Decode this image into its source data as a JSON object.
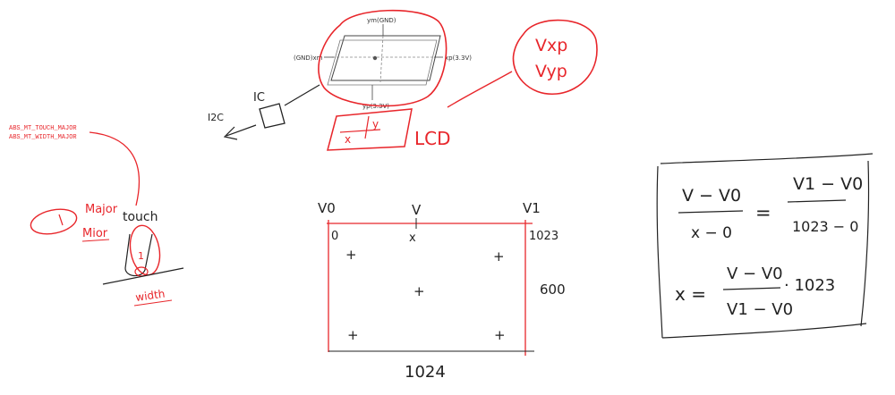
{
  "panel": {
    "label_top": "ym(GND)",
    "label_left": "(GND)xm",
    "label_right": "xp(3.3V)",
    "label_bottom": "yp(3.3V)"
  },
  "ic": {
    "label": "IC",
    "bus": "I2C"
  },
  "voltages": {
    "vxp": "Vxp",
    "vyp": "Vyp"
  },
  "lcd": {
    "label": "LCD",
    "x": "x",
    "y": "y"
  },
  "abs": {
    "touch_major": "ABS_MT_TOUCH_MAJOR",
    "width_major": "ABS_MT_WIDTH_MAJOR"
  },
  "finger": {
    "major": "Major",
    "minor": "Mior",
    "touch": "touch",
    "width": "width",
    "one": "1"
  },
  "screen": {
    "v0": "V0",
    "v": "V",
    "v1": "V1",
    "zero": "0",
    "x": "x",
    "max_x": "1023",
    "height": "600",
    "width": "1024",
    "plus": "+"
  },
  "formula": {
    "l1_num": "V − V0",
    "l1_den": "x − 0",
    "equals": "=",
    "r1_num": "V1 − V0",
    "r1_den": "1023 − 0",
    "x_eq": "x =",
    "l2_num": "V − V0",
    "l2_den": "V1 − V0",
    "times": "· 1023"
  },
  "colors": {
    "red": "#e8262b",
    "ink": "#1a1a1a",
    "gray": "#444444"
  }
}
